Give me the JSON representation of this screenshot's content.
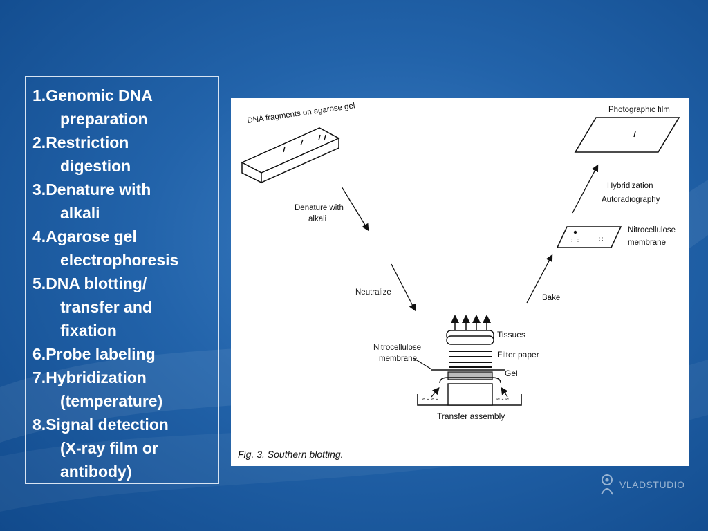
{
  "steps": [
    {
      "num": "1.",
      "first": "Genomic DNA",
      "rest": [
        "preparation"
      ]
    },
    {
      "num": "2.",
      "first": "Restriction",
      "rest": [
        "digestion"
      ]
    },
    {
      "num": "3.",
      "first": "Denature with",
      "rest": [
        "alkali"
      ]
    },
    {
      "num": "4.",
      "first": "Agarose gel",
      "rest": [
        "electrophoresis"
      ]
    },
    {
      "num": "5.",
      "first": "DNA  blotting/",
      "rest": [
        "transfer and",
        "fixation"
      ]
    },
    {
      "num": "6.",
      "first": "Probe labeling",
      "rest": []
    },
    {
      "num": "7.",
      "first": "Hybridization",
      "rest": [
        "(temperature)"
      ]
    },
    {
      "num": "8.",
      "first": "Signal detection",
      "rest": [
        "(X-ray film or",
        "antibody)"
      ]
    }
  ],
  "figure": {
    "dna_gel_label": "DNA fragments on agarose gel",
    "denature_label": [
      "Denature with",
      "alkali"
    ],
    "neutralize_label": "Neutralize",
    "tissues_label": "Tissues",
    "filter_paper_label": "Filter paper",
    "gel_label": "Gel",
    "nitro_left_label": [
      "Nitrocellulose",
      "membrane"
    ],
    "transfer_label": "Transfer assembly",
    "bake_label": "Bake",
    "nitro_right_label": [
      "Nitrocellulose",
      "membrane"
    ],
    "hybrid_label": [
      "Hybridization",
      "Autoradiography"
    ],
    "photo_film_label": "Photographic film",
    "caption": "Fig. 3.  Southern blotting."
  },
  "watermark": {
    "text": "VLADSTUDIO",
    "icon": "person-icon"
  }
}
